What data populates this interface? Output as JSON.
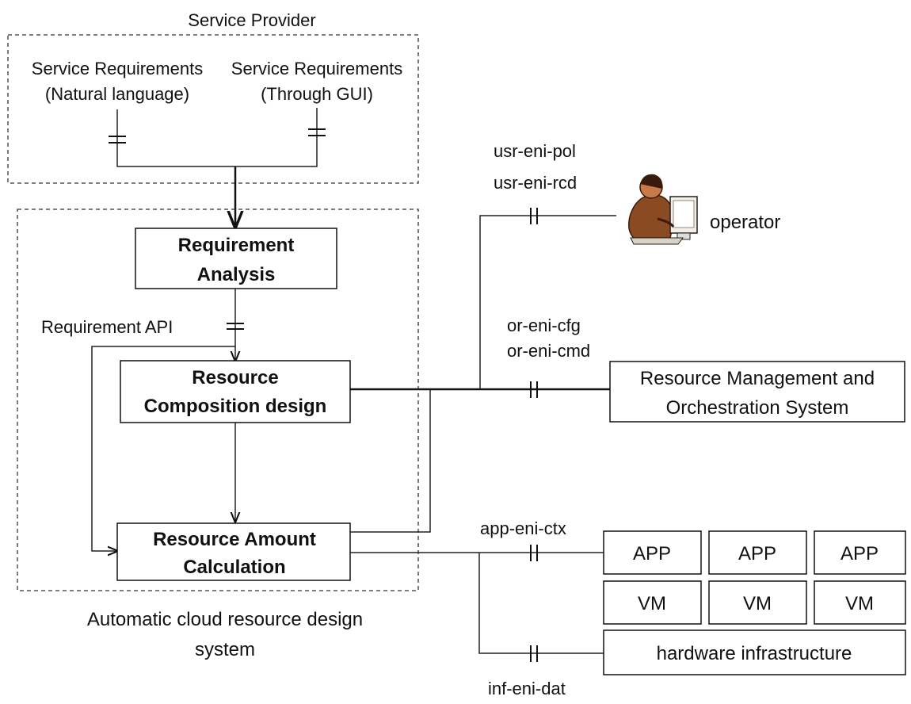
{
  "provider": {
    "title": "Service Provider",
    "req_natural": {
      "line1": "Service Requirements",
      "line2": "(Natural language)"
    },
    "req_gui": {
      "line1": "Service Requirements",
      "line2": "(Through GUI)"
    }
  },
  "system": {
    "caption_line1": "Automatic cloud resource design",
    "caption_line2": "system",
    "req_analysis": {
      "line1": "Requirement",
      "line2": "Analysis"
    },
    "req_api": "Requirement API",
    "composition": {
      "line1": "Resource",
      "line2": "Composition design"
    },
    "amount": {
      "line1": "Resource Amount",
      "line2": "Calculation"
    }
  },
  "operator": {
    "label": "operator",
    "ref1": "usr-eni-pol",
    "ref2": "usr-eni-rcd",
    "ref2_color": "#e8191e"
  },
  "orchestration": {
    "line1": "Resource Management and",
    "line2": "Orchestration System",
    "ref1": "or-eni-cfg",
    "ref2": "or-eni-cmd"
  },
  "infra": {
    "app_ref": "app-eni-ctx",
    "inf_ref": "inf-eni-dat",
    "apps": [
      "APP",
      "APP",
      "APP"
    ],
    "vms": [
      "VM",
      "VM",
      "VM"
    ],
    "hardware": "hardware infrastructure"
  }
}
